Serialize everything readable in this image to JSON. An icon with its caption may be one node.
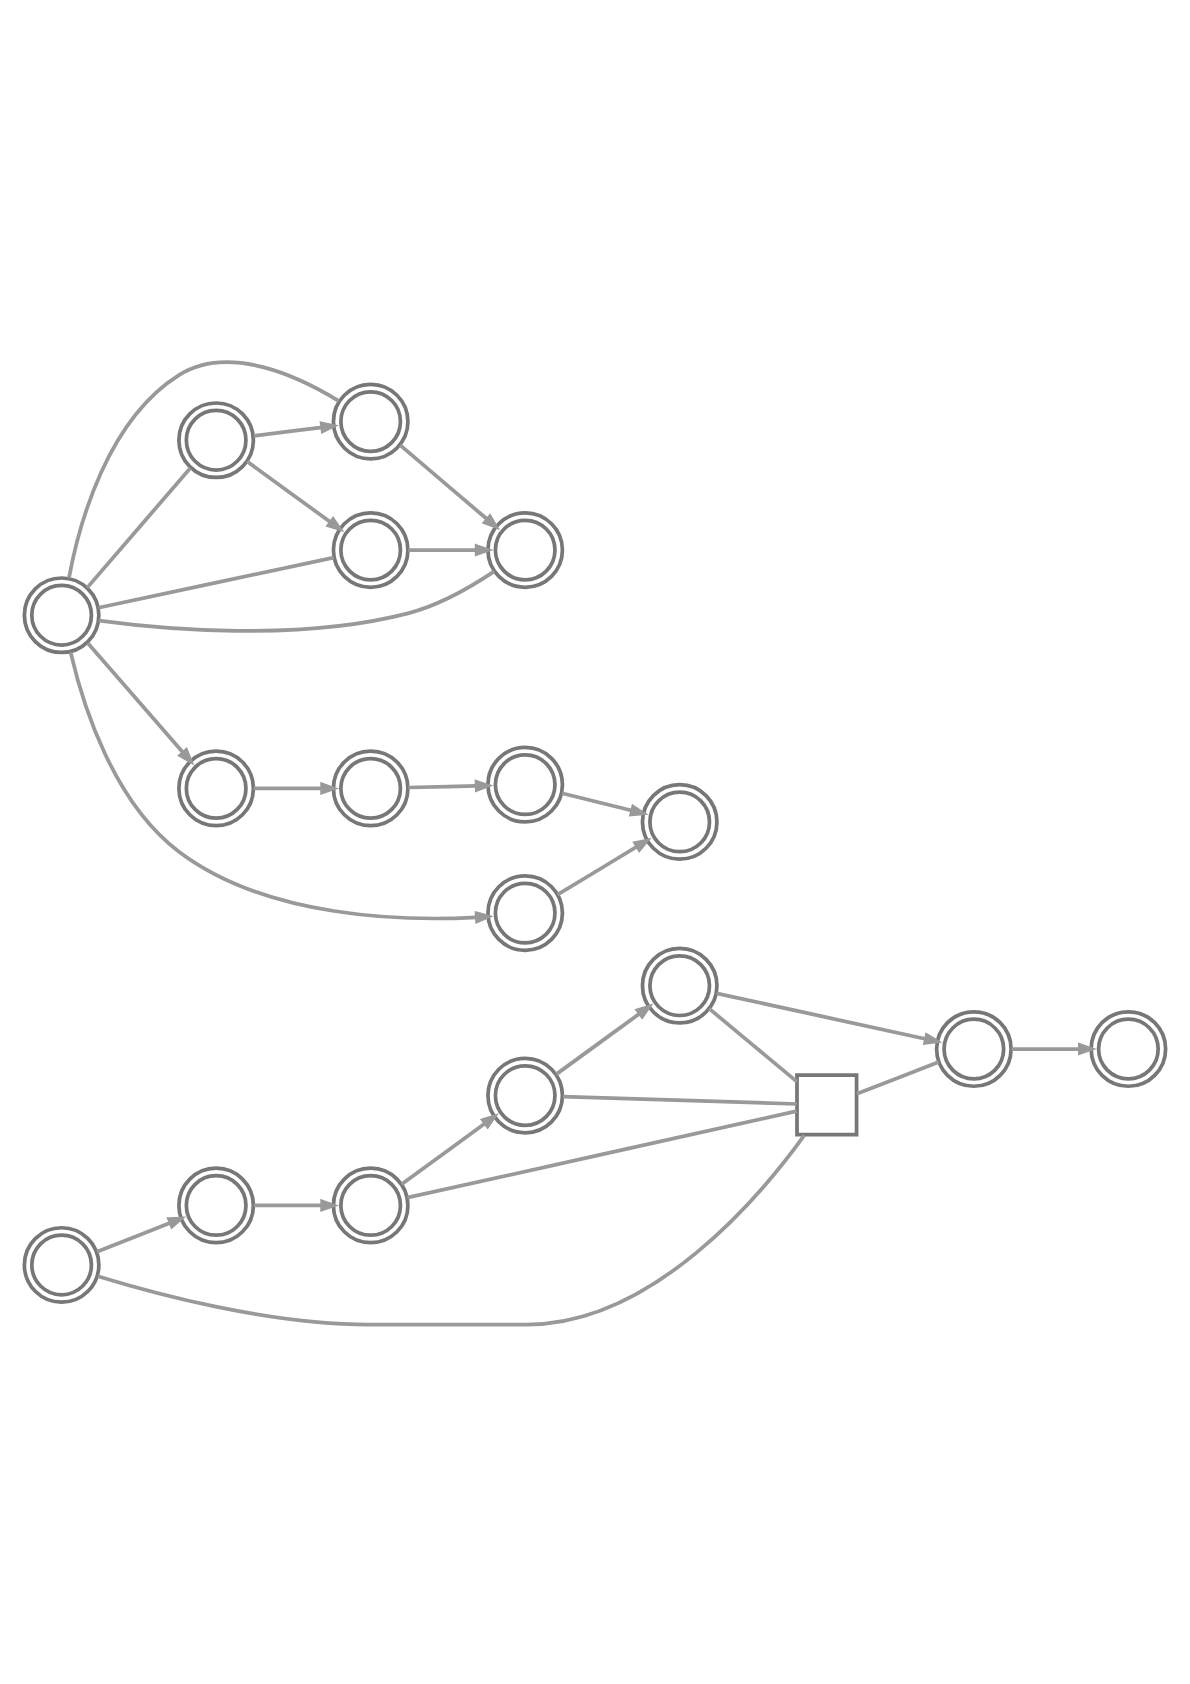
{
  "diagram": {
    "nodes": [
      {
        "text": [],
        "shape": "circle"
      },
      {
        "text": [],
        "shape": "circle"
      },
      {
        "text": [],
        "shape": "circle"
      },
      {
        "text": [],
        "shape": "circle"
      },
      {
        "text": [],
        "shape": "circle"
      },
      {
        "text": [],
        "shape": "circle"
      },
      {
        "text": [],
        "shape": "box"
      },
      {
        "text": [],
        "shape": "circle"
      },
      {
        "text": [],
        "shape": "circle"
      },
      {
        "text": [],
        "shape": "circle"
      },
      {
        "text": [],
        "shape": "circle"
      },
      {
        "text": [],
        "shape": "circle"
      },
      {
        "text": [],
        "shape": "circle"
      },
      {
        "text": [],
        "shape": "circle"
      },
      {
        "text": [],
        "shape": "circle"
      },
      {
        "text": [],
        "shape": "circle"
      },
      {
        "text": [],
        "shape": "circle"
      },
      {
        "text": [],
        "shape": "circle"
      }
    ],
    "edges": [
      {
        "from": 0,
        "to": 1,
        "arrow": "to"
      },
      {
        "from": 1,
        "to": 2,
        "arrow": "to"
      },
      {
        "from": 2,
        "to": 3,
        "arrow": "to"
      },
      {
        "from": 3,
        "to": 4,
        "arrow": "to"
      },
      {
        "from": 4,
        "to": 5,
        "arrow": "to"
      },
      {
        "from": 2,
        "to": 6,
        "arrow": "none"
      },
      {
        "from": 3,
        "to": 6,
        "arrow": "none"
      },
      {
        "from": 4,
        "to": 6,
        "arrow": "none"
      },
      {
        "from": 0,
        "to": 6,
        "arrow": "none"
      },
      {
        "from": 6,
        "to": 5,
        "arrow": "none"
      },
      {
        "from": 5,
        "to": 7,
        "arrow": "to"
      },
      {
        "from": 9,
        "to": 8,
        "arrow": "to"
      },
      {
        "from": 8,
        "to": 10,
        "arrow": "to"
      },
      {
        "from": 9,
        "to": 11,
        "arrow": "to"
      },
      {
        "from": 11,
        "to": 10,
        "arrow": "to"
      },
      {
        "from": 12,
        "to": 9,
        "arrow": "none"
      },
      {
        "from": 12,
        "to": 8,
        "arrow": "none"
      },
      {
        "from": 12,
        "to": 11,
        "arrow": "none"
      },
      {
        "from": 12,
        "to": 10,
        "arrow": "none"
      },
      {
        "from": 12,
        "to": 13,
        "arrow": "to"
      },
      {
        "from": 13,
        "to": 14,
        "arrow": "to"
      },
      {
        "from": 14,
        "to": 15,
        "arrow": "to"
      },
      {
        "from": 15,
        "to": 17,
        "arrow": "to"
      },
      {
        "from": 12,
        "to": 16,
        "arrow": "to"
      },
      {
        "from": 16,
        "to": 17,
        "arrow": "to"
      }
    ]
  }
}
